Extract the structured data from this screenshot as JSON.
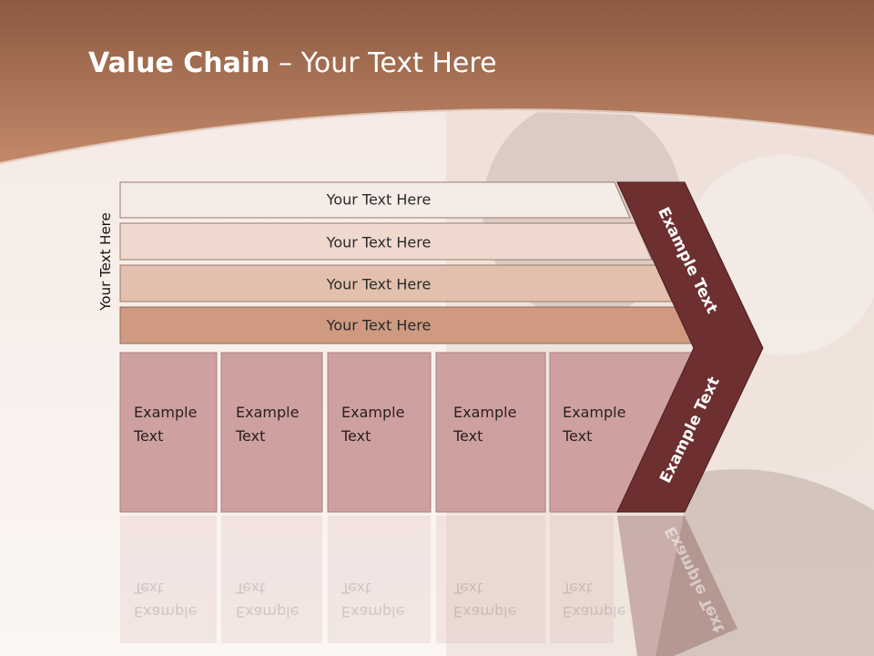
{
  "title": {
    "bold": "Value Chain",
    "rest": " – Your Text Here"
  },
  "side_label": "Your Text Here",
  "rows": [
    {
      "label": "Your Text Here"
    },
    {
      "label": "Your Text Here"
    },
    {
      "label": "Your Text Here"
    },
    {
      "label": "Your Text Here"
    }
  ],
  "cells": [
    {
      "text": "Example\nText"
    },
    {
      "text": "Example\nText"
    },
    {
      "text": "Example\nText"
    },
    {
      "text": "Example\nText"
    },
    {
      "text": "Example\nText"
    }
  ],
  "chevron_labels": {
    "top": "Example Text",
    "bottom": "Example Text"
  },
  "colors": {
    "header": "#b87a58",
    "row1": "#f5ece8",
    "row2": "#efd9cf",
    "row3": "#e3c0ad",
    "row4": "#cf9a80",
    "cell": "#cfa0a0",
    "chevron": "#6e2f30"
  }
}
